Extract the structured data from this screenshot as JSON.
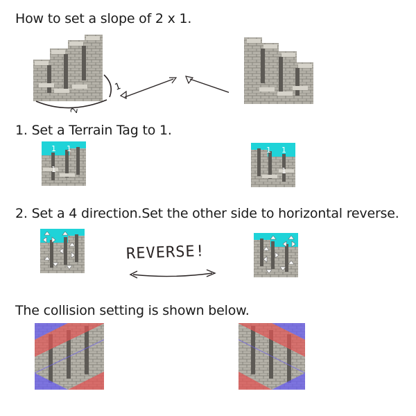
{
  "headings": {
    "title": "How to set a slope of 2 x 1.",
    "step1": "1. Set a Terrain Tag to 1.",
    "step2": "2. Set a 4 direction.Set the other side to horizontal reverse.",
    "step3": "The collision setting is shown below."
  },
  "annotations": {
    "height_label": "1",
    "width_label": "2",
    "reverse_label": "REVERSE!"
  },
  "tiles": {
    "terrain_tag_value": "1"
  },
  "colors": {
    "stone_light": "#b9b6ad",
    "stone_mid": "#8f8c84",
    "stone_dark": "#5d5a55",
    "terrain_cyan": "#1fd3d8",
    "collision_blue": "#6a5ef0",
    "collision_red": "#e25454"
  }
}
